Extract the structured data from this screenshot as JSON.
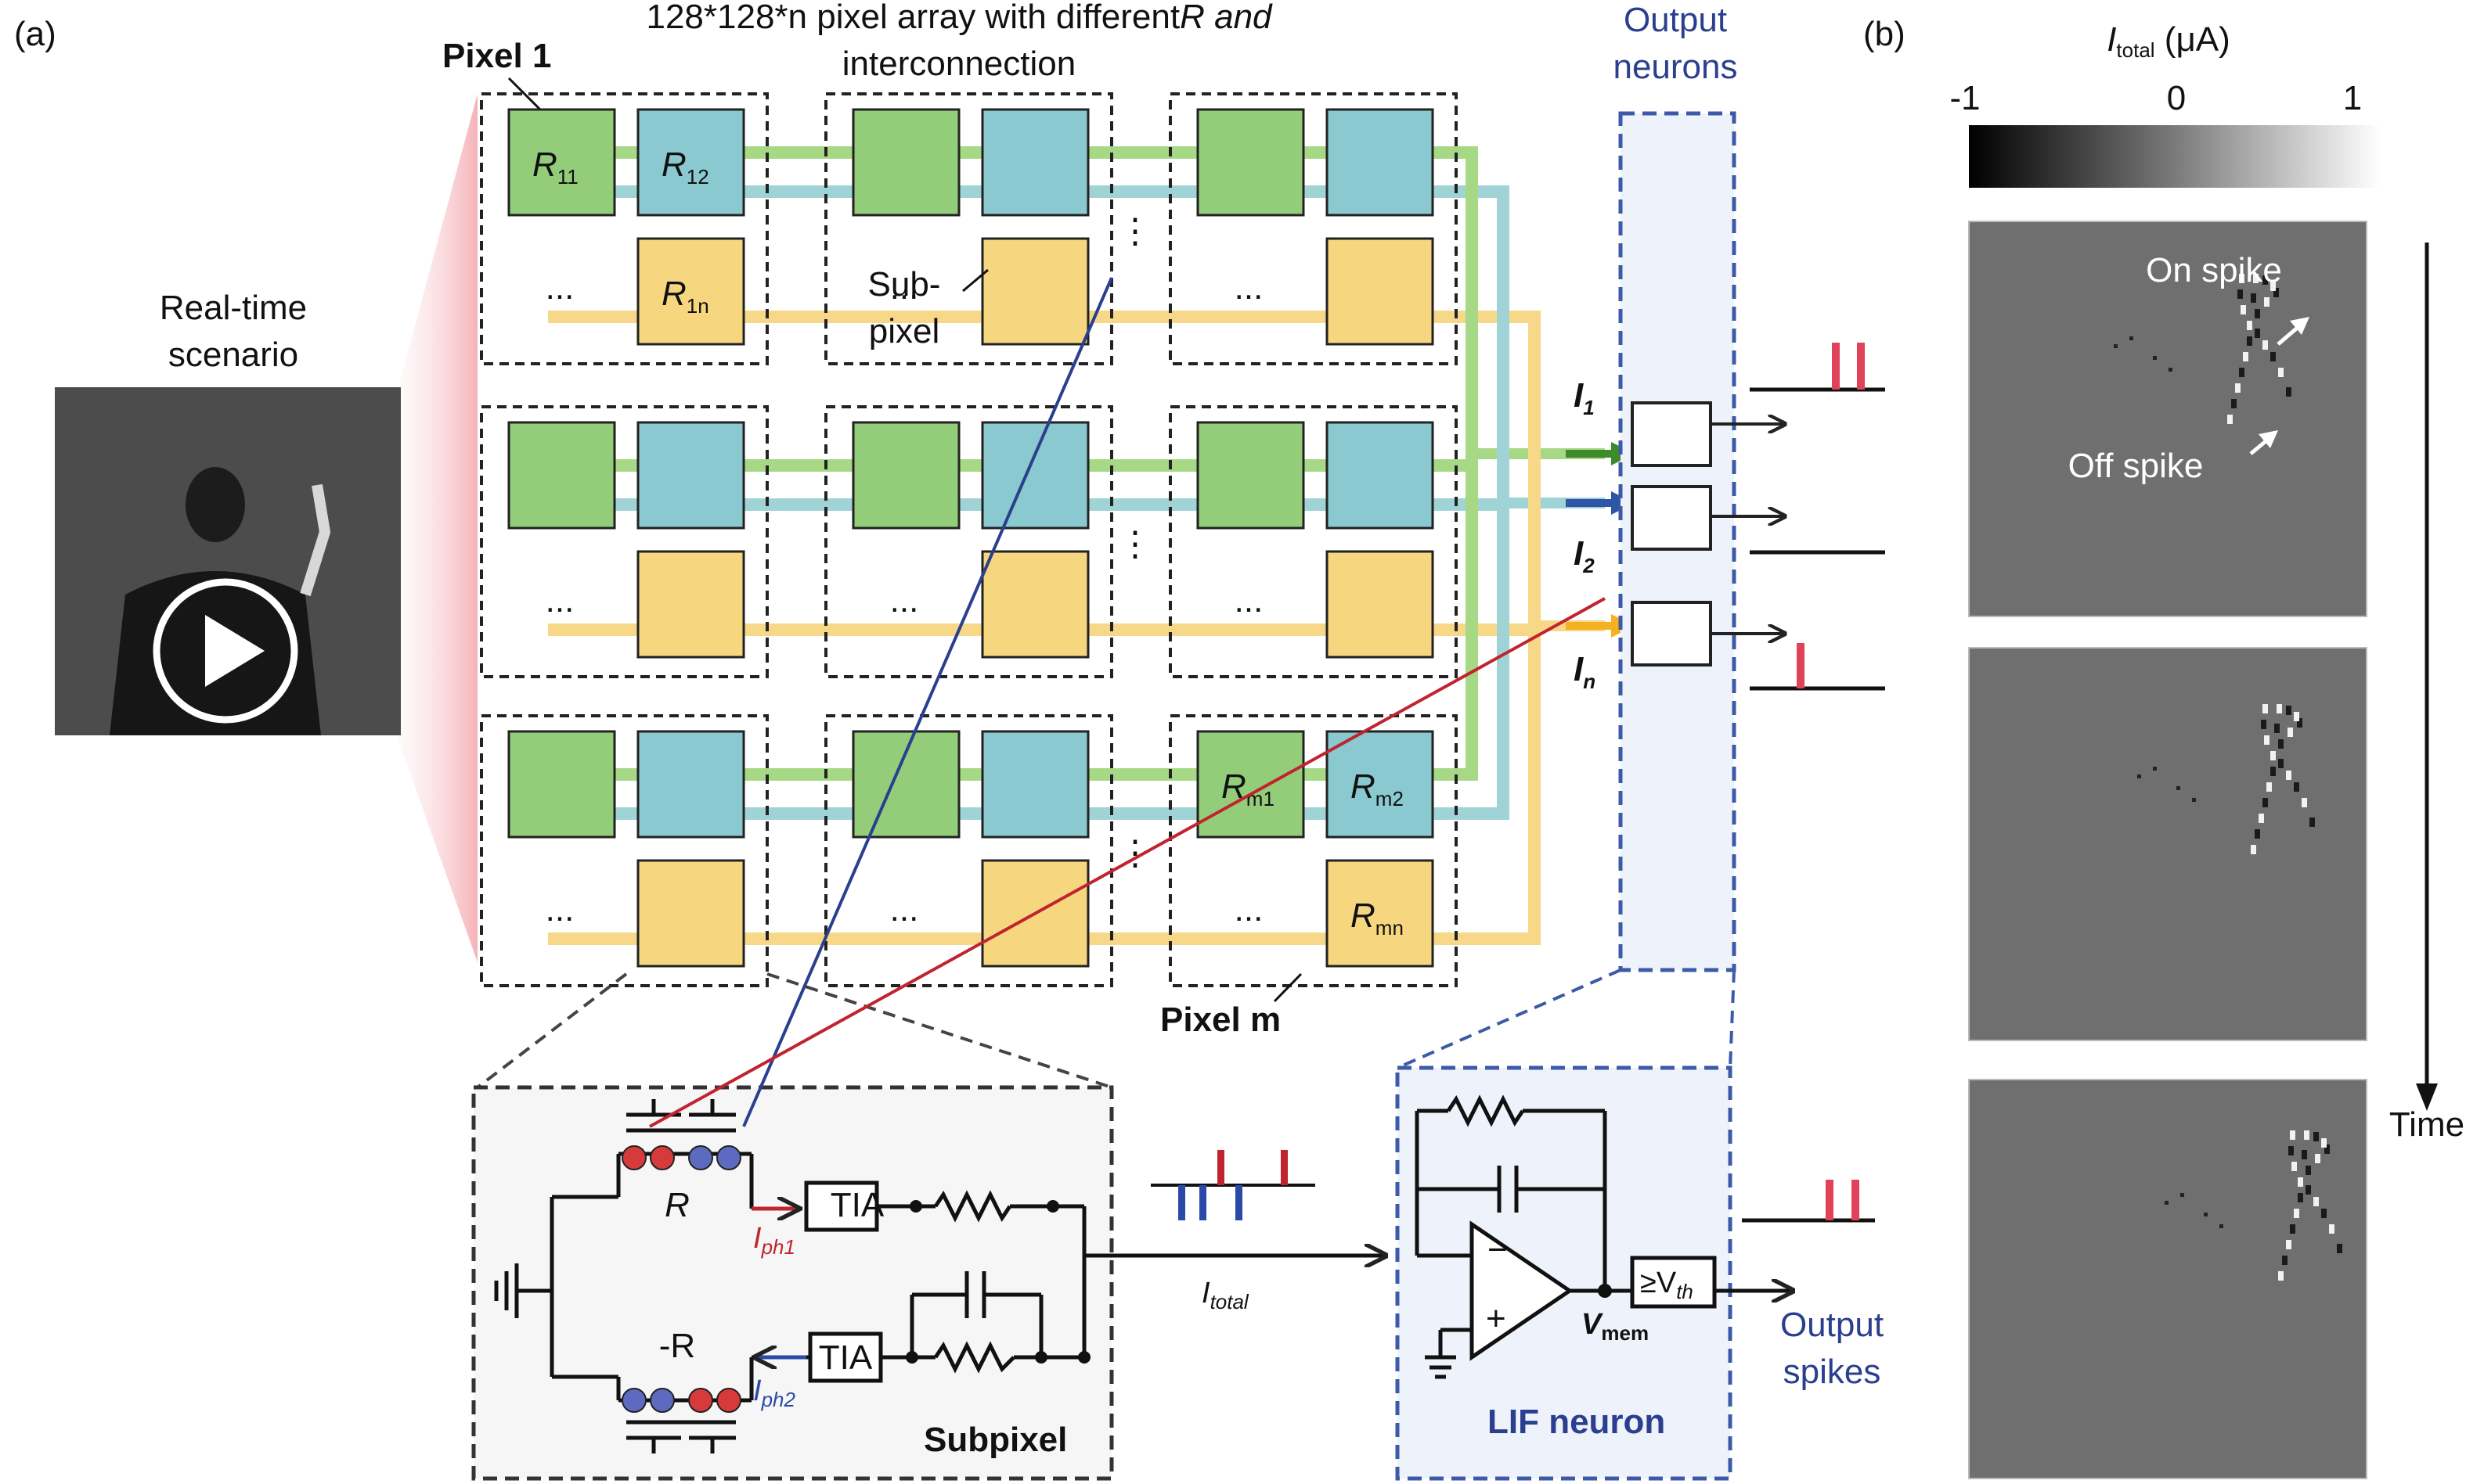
{
  "panel_a": {
    "label": "(a)",
    "scenario_label": [
      "Real-time",
      "scenario"
    ],
    "array_title": [
      "128*128*n pixel array with different",
      "R and",
      "interconnection"
    ],
    "pixel1_label": "Pixel 1",
    "pixelm_label": "Pixel m",
    "subpixel_callout": [
      "Sub-",
      "pixel"
    ],
    "ellipsis": "...",
    "vdots": "⋮",
    "resistors": {
      "r11": [
        "R",
        "11"
      ],
      "r12": [
        "R",
        "12"
      ],
      "r1n": [
        "R",
        "1n"
      ],
      "rm1": [
        "R",
        "m1"
      ],
      "rm2": [
        "R",
        "m2"
      ],
      "rmn": [
        "R",
        "mn"
      ]
    },
    "output_neurons_label": [
      "Output",
      "neurons"
    ],
    "currents": {
      "i1": [
        "I",
        "1"
      ],
      "i2": [
        "I",
        "2"
      ],
      "in": [
        "I",
        "n"
      ]
    }
  },
  "subpixel": {
    "label": "Subpixel",
    "r_label": "R",
    "neg_r_label": "-R",
    "tia": "TIA",
    "iph1": [
      "I",
      "ph1"
    ],
    "iph2": [
      "I",
      "ph2"
    ],
    "itotal": [
      "I",
      "total"
    ]
  },
  "lif": {
    "label": "LIF neuron",
    "minus": "−",
    "plus": "+",
    "vmem": [
      "V",
      "mem"
    ],
    "threshold": [
      "≥V",
      "th"
    ],
    "output": [
      "Output",
      "spikes"
    ]
  },
  "panel_b": {
    "label": "(b)",
    "colorbar_title": [
      "I",
      "total",
      " (μA)"
    ],
    "ticks": [
      "-1",
      "0",
      "1"
    ],
    "on_spike": "On spike",
    "off_spike": "Off spike",
    "time_label": "Time"
  },
  "colors": {
    "green": "#93cd7a",
    "cyan": "#89c9cf",
    "yellow": "#f6d780",
    "line_green": "#a7d886",
    "line_cyan": "#9fd3d6",
    "line_yellow": "#f7d889",
    "arrow_green": "#3f8b2b",
    "arrow_blue": "#2d56a6",
    "arrow_yellow": "#f4b223",
    "navy": "#2b3f8f",
    "red": "#c0242f"
  }
}
